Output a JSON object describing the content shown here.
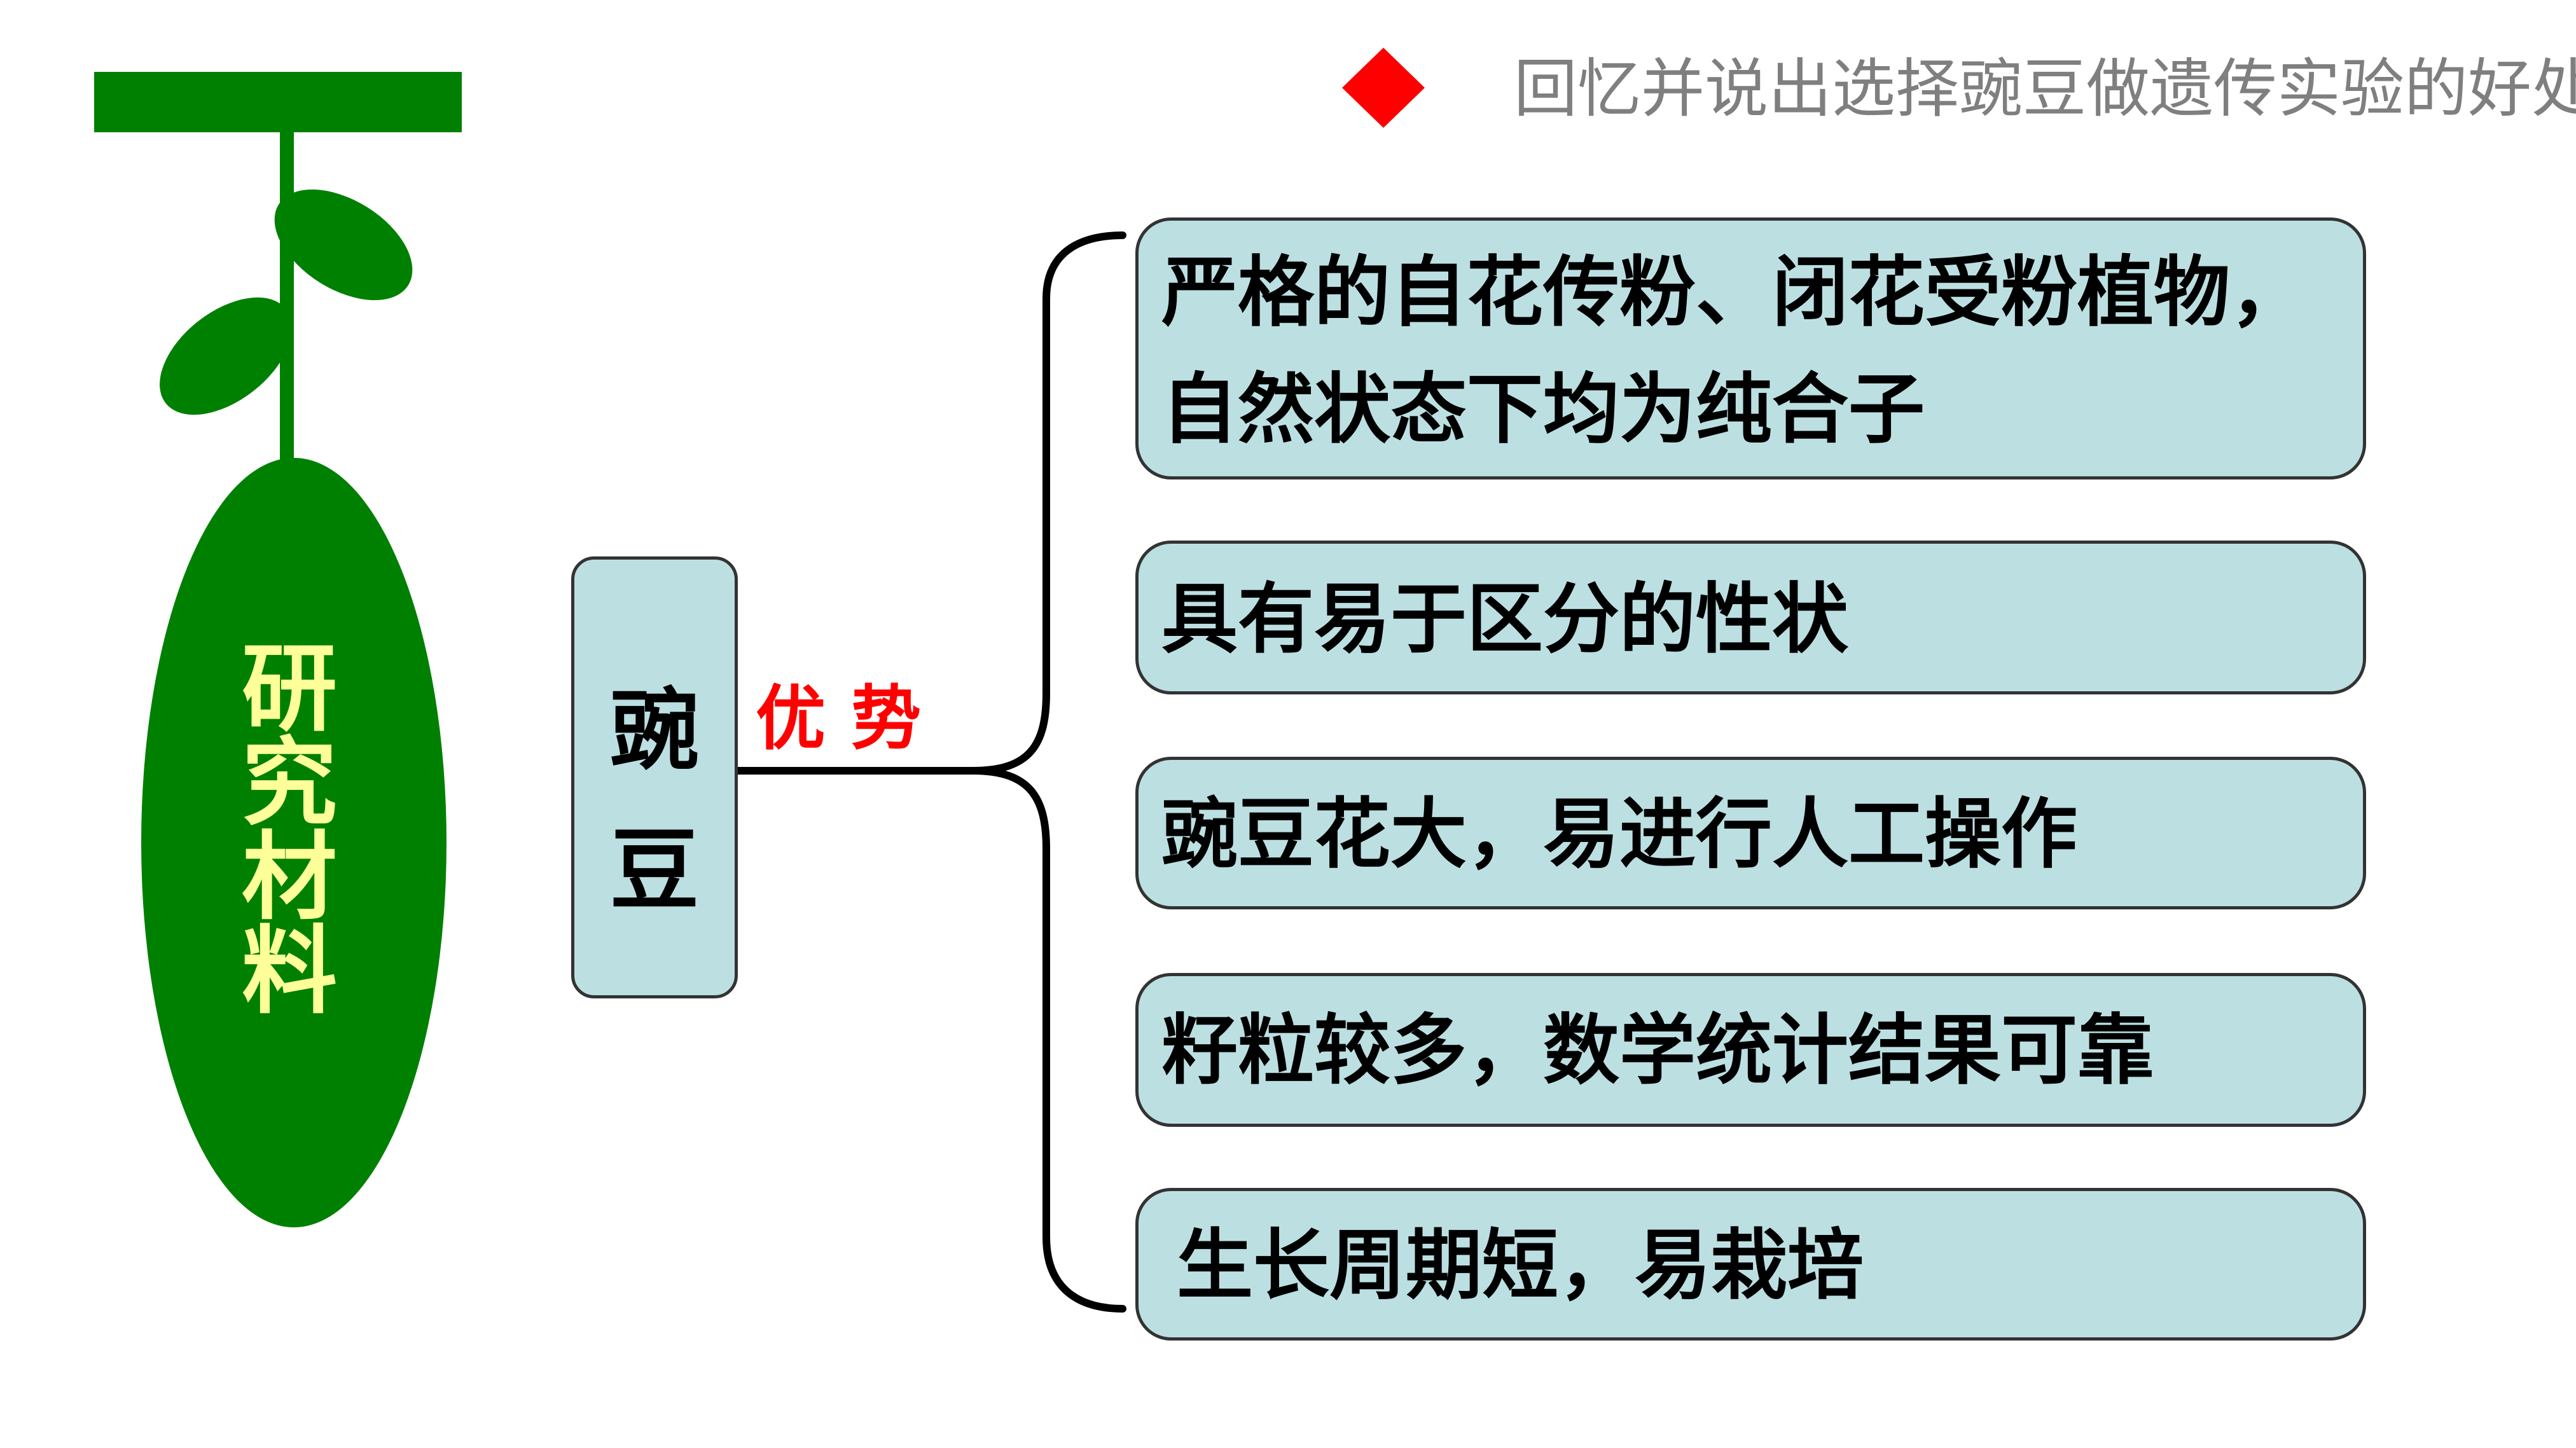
{
  "header": {
    "text": "回忆并说出选择豌豆做遗传实验的好处",
    "bullet_color": "#ff0000"
  },
  "plant": {
    "label": "研\n究\n材\n料",
    "color": "#008000",
    "label_color": "#ffff99"
  },
  "pea": {
    "label": "豌\n豆"
  },
  "advantage": {
    "label": "优势",
    "color": "#ff0000"
  },
  "items": [
    {
      "text": "严格的自花传粉、闭花受粉植物，\n自然状态下均为纯合子"
    },
    {
      "text": "具有易于区分的性状"
    },
    {
      "text": "豌豆花大，易进行人工操作"
    },
    {
      "text": "籽粒较多，数学统计结果可靠"
    },
    {
      "text": "生长周期短，易栽培"
    }
  ]
}
